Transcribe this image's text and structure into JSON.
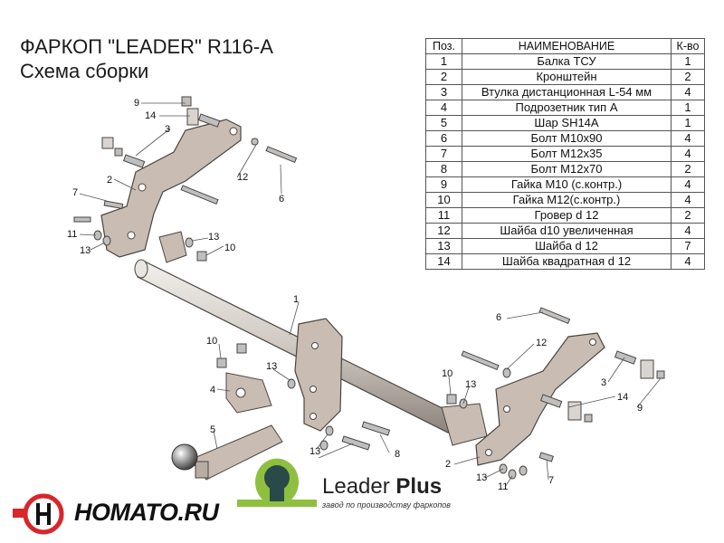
{
  "title": {
    "line1": "ФАРКОП \"LEADER\" R116-A",
    "line2": "Схема сборки"
  },
  "table": {
    "headers": [
      "Поз.",
      "НАИМЕНОВАНИЕ",
      "К-во"
    ],
    "rows": [
      [
        "1",
        "Балка ТСУ",
        "1"
      ],
      [
        "2",
        "Кронштейн",
        "2"
      ],
      [
        "3",
        "Втулка дистанционная L-54 мм",
        "4"
      ],
      [
        "4",
        "Подрозетник тип А",
        "1"
      ],
      [
        "5",
        "Шар SH14A",
        "1"
      ],
      [
        "6",
        "Болт М10х90",
        "4"
      ],
      [
        "7",
        "Болт М12х35",
        "4"
      ],
      [
        "8",
        "Болт М12х70",
        "2"
      ],
      [
        "9",
        "Гайка  М10 (с.контр.)",
        "4"
      ],
      [
        "10",
        "Гайка М12(с.контр.)",
        "4"
      ],
      [
        "11",
        "Гровер d 12",
        "2"
      ],
      [
        "12",
        "Шайба d10 увеличенная",
        "4"
      ],
      [
        "13",
        "Шайба d 12",
        "7"
      ],
      [
        "14",
        "Шайба квадратная d 12",
        "4"
      ]
    ]
  },
  "callouts": [
    "9",
    "14",
    "3",
    "2",
    "7",
    "11",
    "13",
    "12",
    "6",
    "13",
    "10",
    "1",
    "10",
    "4",
    "13",
    "5",
    "13",
    "8",
    "10",
    "13",
    "6",
    "12",
    "3",
    "14",
    "9",
    "2",
    "13",
    "11",
    "7"
  ],
  "logo": {
    "brand_plain": "Leader ",
    "brand_bold": "Plus",
    "tagline": "завод по производству фаркопов"
  },
  "watermark": {
    "site": "HOMATO.RU"
  },
  "colors": {
    "part_fill": "#c9bdb3",
    "part_stroke": "#4a4440",
    "beam_fill": "#d8d2cc",
    "logo_green": "#8fbf3f",
    "logo_dark": "#2a4a4a",
    "watermark_red": "#d8262a"
  }
}
